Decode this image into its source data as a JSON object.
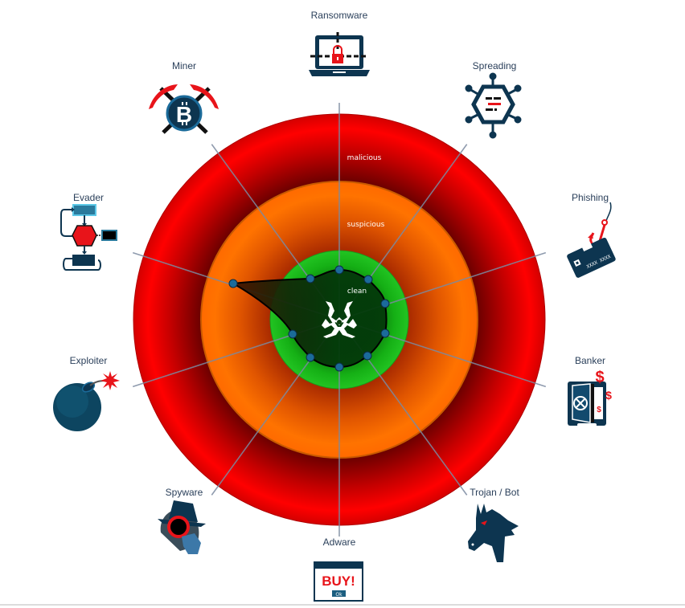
{
  "chart_data": {
    "type": "radar",
    "title": "",
    "categories": [
      "Ransomware",
      "Spreading",
      "Phishing",
      "Banker",
      "Trojan / Bot",
      "Adware",
      "Spyware",
      "Exploiter",
      "Evader",
      "Miner"
    ],
    "series": [
      {
        "name": "score",
        "values": [
          24,
          24,
          23,
          23,
          22,
          23,
          23,
          24,
          55,
          24
        ]
      }
    ],
    "scale_max": 100,
    "bands": [
      {
        "label": "clean",
        "from": 0,
        "to": 33.6,
        "color": "#1fbf1f"
      },
      {
        "label": "suspicious",
        "from": 33.6,
        "to": 67.2,
        "color": "#ff7000"
      },
      {
        "label": "malicious",
        "from": 67.2,
        "to": 100,
        "color": "#e00000"
      }
    ],
    "center_icon": "biohazard-icon"
  },
  "labels": {
    "ransomware": "Ransomware",
    "spreading": "Spreading",
    "phishing": "Phishing",
    "banker": "Banker",
    "trojan": "Trojan / Bot",
    "adware": "Adware",
    "spyware": "Spyware",
    "exploiter": "Exploiter",
    "evader": "Evader",
    "miner": "Miner",
    "ring_malicious": "malicious",
    "ring_suspicious": "suspicious",
    "ring_clean": "clean",
    "adware_buy": "BUY!",
    "adware_ok": "Ok"
  },
  "colors": {
    "navy": "#0d3550",
    "red": "#e8141a",
    "point": "#1b6b9a",
    "axis": "#7c8aa0"
  }
}
